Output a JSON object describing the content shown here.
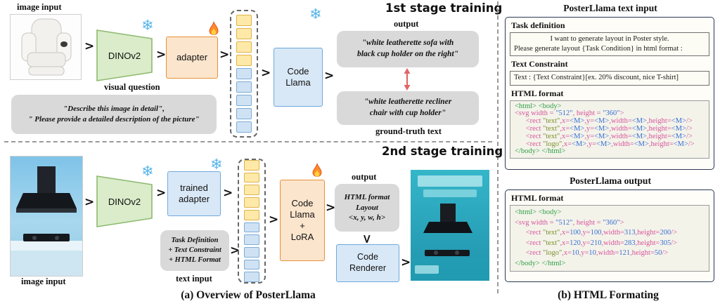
{
  "icons": {
    "arrow_right": ">",
    "snowflake": "❄"
  },
  "captions": {
    "left": "(a) Overview of PosterLlama",
    "right": "(b) HTML Formating"
  },
  "stage1": {
    "title": "1st stage training",
    "image_input_label": "image input",
    "dinov2_label": "DINOv2",
    "adapter_label": "adapter",
    "code_llama_label": "Code\nLlama",
    "visual_question_label": "visual question",
    "visual_question_text": "\"Describe this image in detail\",\n\" Please provide a detailed description of the picture\"",
    "output_label": "output",
    "output_text": "\"white leatherette sofa with\nblack cup holder on the right\"",
    "ground_truth_text": "\"white leatherette recliner\nchair with cup holder\"",
    "ground_truth_label": "ground-truth text"
  },
  "stage2": {
    "title": "2nd stage training",
    "image_input_label": "image input",
    "dinov2_label": "DINOv2",
    "trained_adapter_label": "trained\nadapter",
    "task_input_text": "Task Definition\n+ Text Constraint\n+ HTML Format",
    "text_input_label": "text input",
    "code_llama_lora_label": "Code\nLlama\n+\nLoRA",
    "output_label": "output",
    "html_layout_text": "HTML format\nLayout\n<x, y, w, h>",
    "code_renderer_label": "Code\nRenderer"
  },
  "right_panel": {
    "input_title": "PosterLlama text input",
    "task_definition_header": "Task definition",
    "task_definition_line1": "I want to generate layout in Poster style.",
    "task_definition_line2": "Please generate layout {Task Condition} in html format :",
    "text_constraint_header": "Text Constraint",
    "text_constraint_text": "Text : {Text Constraint}[ex. 20% discount, nice T-shirt]",
    "html_format_header_input": "HTML format",
    "output_title": "PosterLlama output",
    "html_format_header_output": "HTML format"
  },
  "token_stacks": {
    "stage1": {
      "yellow": 4,
      "blue": 5
    },
    "stage2": {
      "yellow": 5,
      "blue": 5
    }
  },
  "code_input": {
    "lines": [
      [
        {
          "t": "<html> <body>",
          "c": "g"
        }
      ],
      [
        {
          "t": "<svg width = ",
          "c": "p"
        },
        {
          "t": "\"512\"",
          "c": "b"
        },
        {
          "t": ", height = ",
          "c": "p"
        },
        {
          "t": "\"360\"",
          "c": "b"
        },
        {
          "t": ">",
          "c": "p"
        }
      ],
      [
        {
          "t": "      <rect ",
          "c": "p"
        },
        {
          "t": "\"text\"",
          "c": "o"
        },
        {
          "t": ",x=",
          "c": "p"
        },
        {
          "t": "<M>",
          "c": "b"
        },
        {
          "t": ",y=",
          "c": "p"
        },
        {
          "t": "<M>",
          "c": "b"
        },
        {
          "t": ",width=",
          "c": "p"
        },
        {
          "t": "<M>",
          "c": "b"
        },
        {
          "t": ",height=",
          "c": "p"
        },
        {
          "t": "<M>",
          "c": "b"
        },
        {
          "t": "/>",
          "c": "p"
        }
      ],
      [
        {
          "t": "      <rect ",
          "c": "p"
        },
        {
          "t": "\"text\"",
          "c": "o"
        },
        {
          "t": ",x=",
          "c": "p"
        },
        {
          "t": "<M>",
          "c": "b"
        },
        {
          "t": ",y=",
          "c": "p"
        },
        {
          "t": "<M>",
          "c": "b"
        },
        {
          "t": ",width=",
          "c": "p"
        },
        {
          "t": "<M>",
          "c": "b"
        },
        {
          "t": ",height=",
          "c": "p"
        },
        {
          "t": "<M>",
          "c": "b"
        },
        {
          "t": "/>",
          "c": "p"
        }
      ],
      [
        {
          "t": "      <rect ",
          "c": "p"
        },
        {
          "t": "\"text\"",
          "c": "o"
        },
        {
          "t": ",x=",
          "c": "p"
        },
        {
          "t": "<M>",
          "c": "b"
        },
        {
          "t": ",y=",
          "c": "p"
        },
        {
          "t": "<M>",
          "c": "b"
        },
        {
          "t": ",width=",
          "c": "p"
        },
        {
          "t": "<M>",
          "c": "b"
        },
        {
          "t": ",height=",
          "c": "p"
        },
        {
          "t": "<M>",
          "c": "b"
        },
        {
          "t": "/>",
          "c": "p"
        }
      ],
      [
        {
          "t": "      <rect ",
          "c": "p"
        },
        {
          "t": "\"logo\"",
          "c": "o"
        },
        {
          "t": ",x=",
          "c": "p"
        },
        {
          "t": "<M>",
          "c": "b"
        },
        {
          "t": ",y=",
          "c": "p"
        },
        {
          "t": "<M>",
          "c": "b"
        },
        {
          "t": ",width=",
          "c": "p"
        },
        {
          "t": "<M>",
          "c": "b"
        },
        {
          "t": ",height=",
          "c": "p"
        },
        {
          "t": "<M>",
          "c": "b"
        },
        {
          "t": "/>",
          "c": "p"
        }
      ],
      [
        {
          "t": "</body> </html>",
          "c": "g"
        }
      ]
    ]
  },
  "code_output": {
    "lines": [
      [
        {
          "t": "<html> <body>",
          "c": "g"
        }
      ],
      [
        {
          "t": "<svg width = ",
          "c": "p"
        },
        {
          "t": "\"512\"",
          "c": "b"
        },
        {
          "t": ", height = ",
          "c": "p"
        },
        {
          "t": "\"360\"",
          "c": "b"
        },
        {
          "t": ">",
          "c": "p"
        }
      ],
      [
        {
          "t": "      <rect ",
          "c": "p"
        },
        {
          "t": "\"text\"",
          "c": "o"
        },
        {
          "t": ",x=",
          "c": "p"
        },
        {
          "t": "100",
          "c": "b"
        },
        {
          "t": ",y=",
          "c": "p"
        },
        {
          "t": "100",
          "c": "b"
        },
        {
          "t": ",width=",
          "c": "p"
        },
        {
          "t": "313",
          "c": "b"
        },
        {
          "t": ",height=",
          "c": "p"
        },
        {
          "t": "200",
          "c": "b"
        },
        {
          "t": "/>",
          "c": "p"
        }
      ],
      [
        {
          "t": "      <rect ",
          "c": "p"
        },
        {
          "t": "\"text\"",
          "c": "o"
        },
        {
          "t": ",x=",
          "c": "p"
        },
        {
          "t": "120",
          "c": "b"
        },
        {
          "t": ",y=",
          "c": "p"
        },
        {
          "t": "210",
          "c": "b"
        },
        {
          "t": ",width=",
          "c": "p"
        },
        {
          "t": "283",
          "c": "b"
        },
        {
          "t": ",height=",
          "c": "p"
        },
        {
          "t": "305",
          "c": "b"
        },
        {
          "t": "/>",
          "c": "p"
        }
      ],
      [
        {
          "t": "      <rect ",
          "c": "p"
        },
        {
          "t": "\"logo\"",
          "c": "o"
        },
        {
          "t": ",x=",
          "c": "p"
        },
        {
          "t": "10",
          "c": "b"
        },
        {
          "t": ",y=",
          "c": "p"
        },
        {
          "t": "10",
          "c": "b"
        },
        {
          "t": ",width=",
          "c": "p"
        },
        {
          "t": "121",
          "c": "b"
        },
        {
          "t": ",height=",
          "c": "p"
        },
        {
          "t": "50",
          "c": "b"
        },
        {
          "t": "/>",
          "c": "p"
        }
      ],
      [
        {
          "t": "</body> </html>",
          "c": "g"
        }
      ]
    ]
  }
}
